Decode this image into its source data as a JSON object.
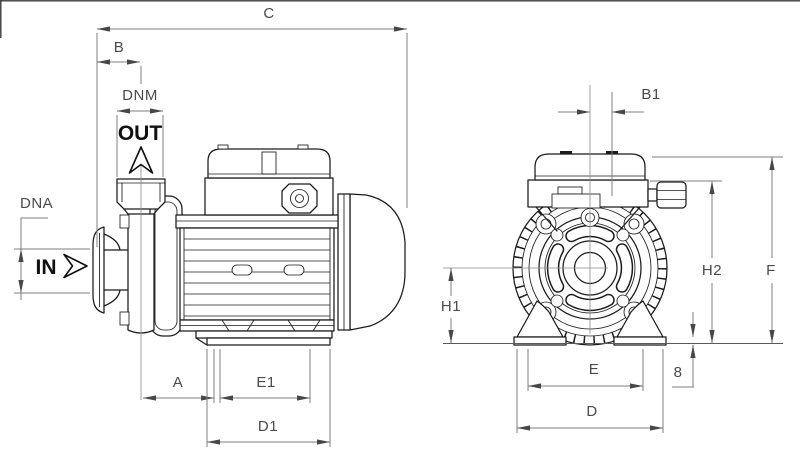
{
  "drawing": {
    "colors": {
      "line_art": "#1b1b1b",
      "dimension_lines": "#7f7f7f",
      "dimension_labels": "#4a4a4a",
      "flow_labels": "#101010",
      "background": "#ffffff"
    },
    "ports": {
      "out": "OUT",
      "in": "IN"
    },
    "dimensions": {
      "c": "C",
      "b": "B",
      "dnm": "DNM",
      "dna": "DNA",
      "a": "A",
      "e1": "E1",
      "d1": "D1",
      "b1": "B1",
      "h1": "H1",
      "h2": "H2",
      "f": "F",
      "e": "E",
      "eight": "8",
      "d": "D"
    }
  }
}
